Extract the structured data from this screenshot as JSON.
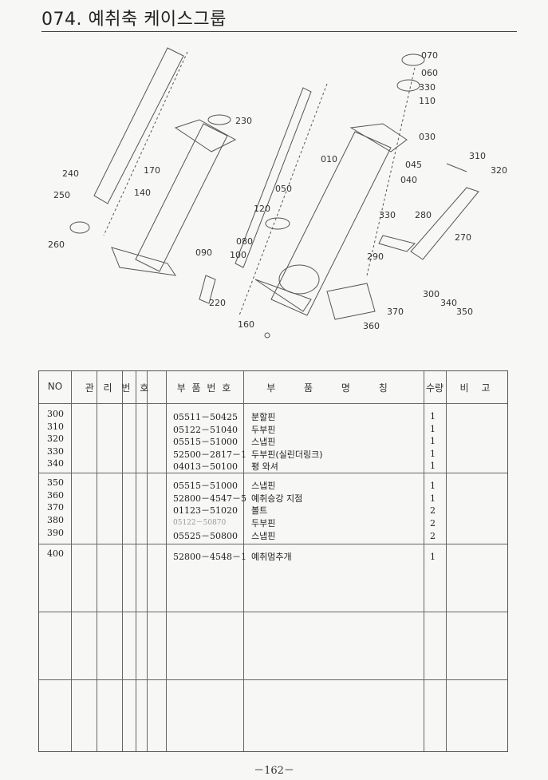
{
  "title": "074. 예취축 케이스그룹",
  "diagram": {
    "callouts": [
      "070",
      "060",
      "330",
      "110",
      "230",
      "030",
      "010",
      "045",
      "040",
      "310",
      "320",
      "240",
      "250",
      "170",
      "140",
      "050",
      "260",
      "330",
      "280",
      "120",
      "270",
      "080",
      "090",
      "100",
      "290",
      "220",
      "300",
      "340",
      "350",
      "370",
      "160",
      "360"
    ]
  },
  "table": {
    "headers": {
      "no": "NO",
      "mgmt": "관 리 번 호",
      "part_no": "부 품 번 호",
      "part_name": "부 품 명 칭",
      "qty": "수량",
      "note": "비 고"
    },
    "groups": [
      {
        "rows": [
          {
            "no": "300",
            "part_no": "05511－50425",
            "name": "분할핀",
            "qty": "1"
          },
          {
            "no": "310",
            "part_no": "05122－51040",
            "name": "두부핀",
            "qty": "1"
          },
          {
            "no": "320",
            "part_no": "05515－51000",
            "name": "스냅핀",
            "qty": "1"
          },
          {
            "no": "330",
            "part_no": "52500－2817－1",
            "name": "두부핀(실린더링크)",
            "qty": "1"
          },
          {
            "no": "340",
            "part_no": "04013－50100",
            "name": "평 와셔",
            "qty": "1"
          }
        ]
      },
      {
        "rows": [
          {
            "no": "350",
            "part_no": "05515－51000",
            "name": "스냅핀",
            "qty": "1"
          },
          {
            "no": "360",
            "part_no": "52800－4547－5",
            "name": "예취승강 지점",
            "qty": "1"
          },
          {
            "no": "370",
            "part_no": "01123－51020",
            "name": "볼트",
            "qty": "2"
          },
          {
            "no": "380",
            "part_no": "05122－50870",
            "name": "두부핀",
            "qty": "2"
          },
          {
            "no": "390",
            "part_no": "05525－50800",
            "name": "스냅핀",
            "qty": "2"
          }
        ]
      },
      {
        "rows": [
          {
            "no": "400",
            "part_no": "52800－4548－1",
            "name": "예취멈추개",
            "qty": "1"
          }
        ]
      }
    ]
  },
  "page_number": "－162－"
}
